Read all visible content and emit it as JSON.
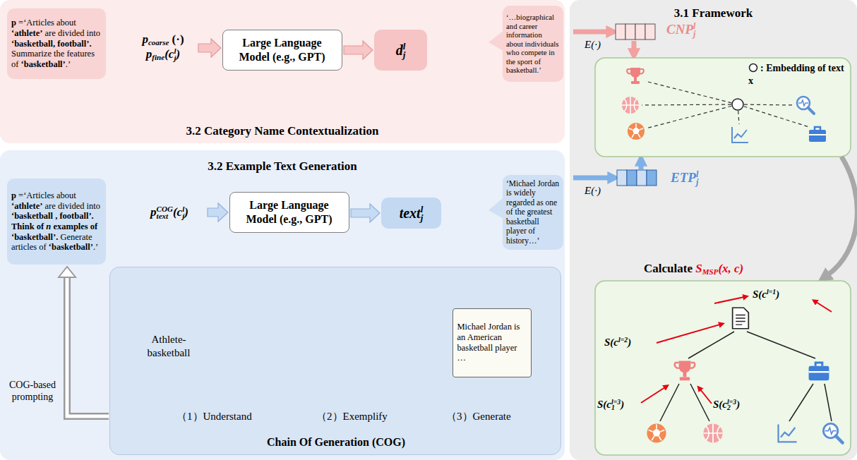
{
  "diagram": {
    "nodes": [
      {
        "text": [
          "3.2 Category Name Contextualization"
        ]
      },
      {
        "text": [
          "p",
          "=‘Articles about",
          "‘athlete’",
          "are divided into",
          "‘basketball, football’.",
          "Summarize the features of",
          "‘basketball’",
          ".’"
        ],
        "in": 0
      },
      {
        "text": [
          "p",
          "coarse",
          "(·)",
          "p",
          "fine",
          "(c",
          "j",
          "l",
          ")"
        ],
        "in": 0
      },
      {
        "text": [
          "Large Language Model (e.g., GPT)"
        ],
        "in": 0
      },
      {
        "text": [
          "d",
          "j",
          "l"
        ],
        "in": 0
      },
      {
        "text": [
          "‘…biographical and career information about individuals who compete in the sport of basketball.’"
        ],
        "in": 0
      },
      {
        "text": [
          "3.2 Example Text Generation"
        ]
      },
      {
        "text": [
          "p",
          "=‘Articles about",
          "‘athlete’",
          "are divided into",
          "‘basketball , football’.",
          "Think of",
          "n",
          "examples of ‘basketball’.",
          "Generate articles of",
          "‘basketball’",
          ".’"
        ],
        "in": 6
      },
      {
        "text": [
          "p",
          "text",
          "COG",
          "(c",
          "j",
          "l",
          ")"
        ],
        "in": 6
      },
      {
        "text": [
          "Large Language Model (e.g., GPT)"
        ],
        "in": 6
      },
      {
        "text": [
          "text",
          "j",
          "l"
        ],
        "in": 6
      },
      {
        "text": [
          "‘Michael Jordan is widely regarded as one of the greatest basketball player of history…’"
        ],
        "in": 6
      },
      {
        "text": [
          "Chain Of Generation (COG)"
        ],
        "in": 6
      },
      {
        "text": [
          "Athlete-basketball"
        ],
        "in": 12
      },
      {
        "text": [
          "Michael Jordan is an American basketball player …"
        ],
        "in": 12
      },
      {
        "text": [
          "3.1 Framework"
        ]
      }
    ],
    "edges": [
      {
        "from": 2,
        "to": 3,
        "arrow": "to"
      },
      {
        "from": 3,
        "to": 4,
        "arrow": "to"
      },
      {
        "from": 8,
        "to": 9,
        "arrow": "to"
      },
      {
        "from": 9,
        "to": 10,
        "arrow": "to"
      },
      {
        "from": 12,
        "to": 7,
        "label": "COG-based prompting",
        "arrow": "to"
      }
    ],
    "labels": [
      "（1）Understand",
      "（2）Exemplify",
      "（3）Generate",
      "E(·)",
      "CNP",
      "j",
      "l",
      "E(·)",
      "ETP",
      "j",
      "l",
      "Calculate",
      "S",
      "MSP",
      "(x, c)",
      "S(c",
      "l=1",
      ")",
      "S(c",
      "l=2",
      ")",
      "S(c",
      "1",
      "l=3",
      ")",
      "S(c",
      "2",
      "l=3",
      ")"
    ],
    "legend": [
      {
        "text": ": Embedding of text x"
      }
    ]
  }
}
